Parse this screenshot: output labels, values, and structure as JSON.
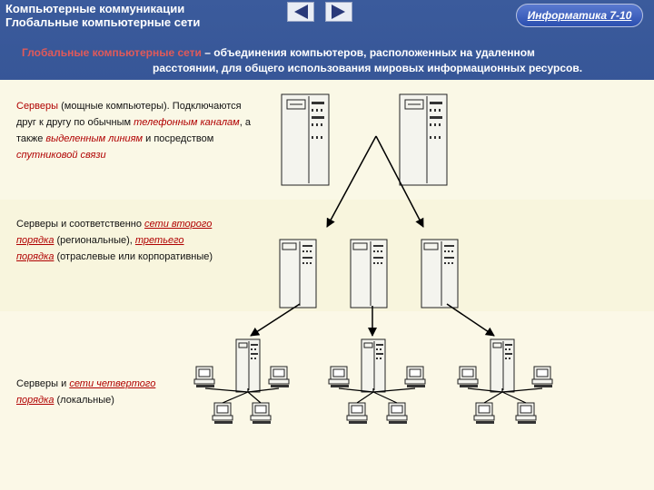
{
  "header": {
    "title": "Компьютерные коммуникации",
    "subtitle": "Глобальные компьютерные сети",
    "prev_icon": "left-arrow",
    "next_icon": "right-arrow",
    "info_button": "Информатика 7-10"
  },
  "definition": {
    "term": "Глобальные компьютерные сети",
    "dash": " – ",
    "line1_rest": "объединения компьютеров, расположенных на удаленном",
    "line2": "расстоянии, для общего использования мировых информационных ресурсов."
  },
  "sections": {
    "s1": {
      "p1": "Серверы",
      "p2": " (мощные компьютеры). Подключаются друг к другу по обычным ",
      "p3": "телефонным каналам",
      "p4": ", а также ",
      "p5": "выделенным линиям",
      "p6": " и посредством ",
      "p7": "спутниковой связи"
    },
    "s2": {
      "p1": "Серверы и соответственно ",
      "p2": "сети второго порядка",
      "p3": " (региональные), ",
      "p4": "третьего порядка",
      "p5": " (отраслевые или корпоративные)"
    },
    "s3": {
      "p1": "Серверы и ",
      "p2": "сети четвертого порядка",
      "p3": " (локальные)"
    }
  },
  "colors": {
    "background": "#2f4f8f",
    "band": "#faf8e6",
    "accent_red": "#b00000",
    "info_button": "#2b4fb0"
  }
}
